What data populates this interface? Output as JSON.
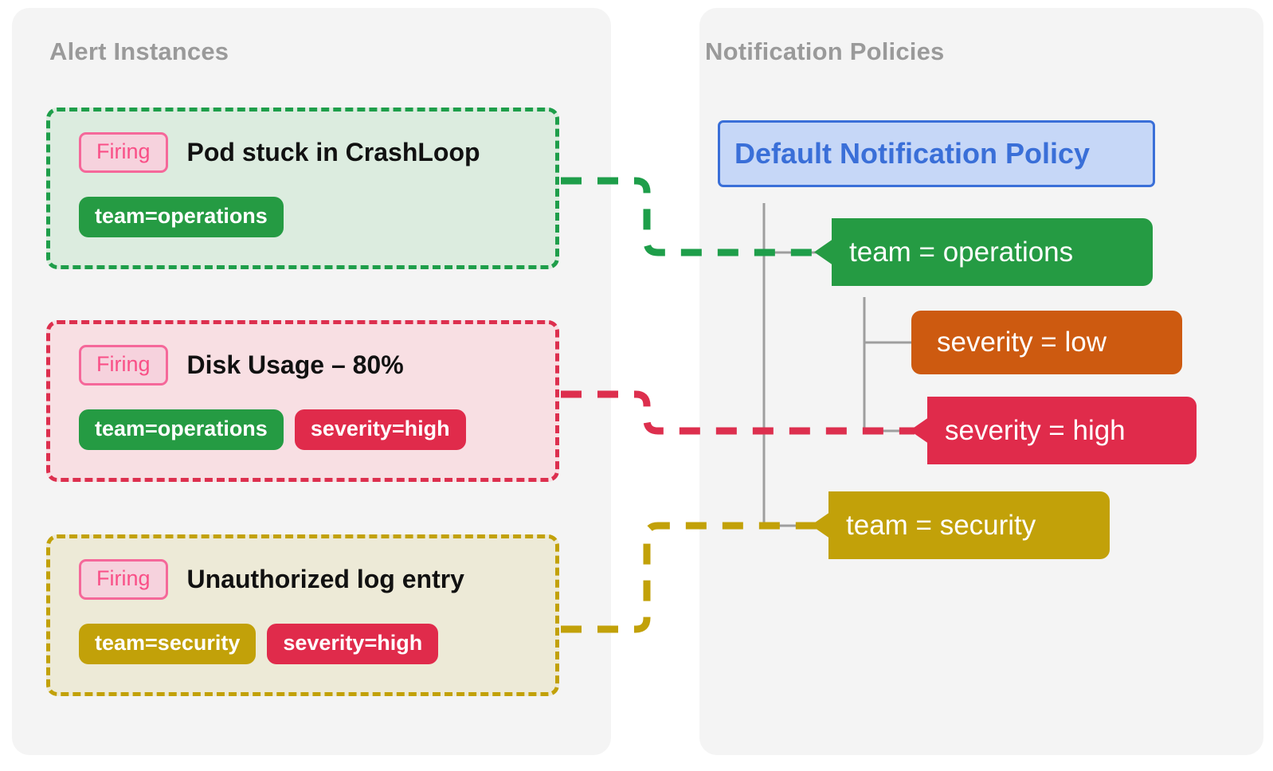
{
  "panels": {
    "left": {
      "title": "Alert Instances"
    },
    "right": {
      "title": "Notification Policies"
    }
  },
  "alerts": [
    {
      "state": "Firing",
      "title": "Pod stuck in CrashLoop",
      "labels": [
        {
          "text": "team=operations",
          "color": "#259b43"
        }
      ],
      "accent": "#1e9e4a",
      "background": "#dcecdf",
      "routes_to": "team = operations"
    },
    {
      "state": "Firing",
      "title": "Disk Usage – 80%",
      "labels": [
        {
          "text": "team=operations",
          "color": "#259b43"
        },
        {
          "text": "severity=high",
          "color": "#e02b4b"
        }
      ],
      "accent": "#dd2f4e",
      "background": "#f8dfe3",
      "routes_to": "severity = high"
    },
    {
      "state": "Firing",
      "title": "Unauthorized log entry",
      "labels": [
        {
          "text": "team=security",
          "color": "#c2a109"
        },
        {
          "text": "severity=high",
          "color": "#e02b4b"
        }
      ],
      "accent": "#c2a109",
      "background": "#edead7",
      "routes_to": "team = security"
    }
  ],
  "policies": {
    "root": {
      "label": "Default Notification Policy",
      "text_color": "#3a6fd8",
      "border_color": "#3a6fd8",
      "background": "#c6d7f7"
    },
    "children": [
      {
        "label": "team = operations",
        "color": "#259b43",
        "shape": "arrow",
        "matched": true,
        "children": [
          {
            "label": "severity = low",
            "color": "#cd5a10",
            "shape": "plain",
            "matched": false
          },
          {
            "label": "severity = high",
            "color": "#e02b4b",
            "shape": "arrow",
            "matched": true
          }
        ]
      },
      {
        "label": "team = security",
        "color": "#c2a109",
        "shape": "arrow",
        "matched": true,
        "children": []
      }
    ]
  },
  "badge": {
    "firing_label": "Firing",
    "text_color": "#f94f87",
    "border_color": "#f5689a",
    "background": "#f6d2dd"
  },
  "connectors": [
    {
      "name": "crashloop-to-team-operations",
      "color": "#1e9e4a",
      "style": "dashed"
    },
    {
      "name": "diskusage-to-severity-high",
      "color": "#dd2f4e",
      "style": "dashed"
    },
    {
      "name": "unauthorized-to-team-security",
      "color": "#c2a109",
      "style": "dashed"
    }
  ],
  "tree_line_color": "#9e9e9e"
}
